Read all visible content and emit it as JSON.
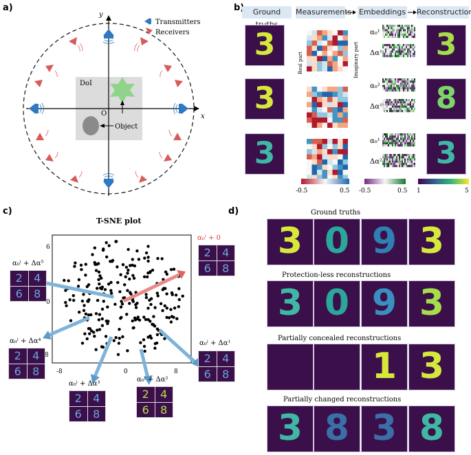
{
  "labels": {
    "a": "a)",
    "b": "b)",
    "c": "c)",
    "d": "d)"
  },
  "panel_a": {
    "legend_transmitters": "Transmitters",
    "legend_receivers": "Receivers",
    "axis_x": "x",
    "axis_y": "y",
    "origin": "O",
    "doi": "DoI",
    "object": "Object",
    "colors": {
      "transmitter": "#2f79c4",
      "receiver": "#d95a5a",
      "doi": "#dcdcdc",
      "star": "#8fd48a",
      "object": "#8a8a8a"
    }
  },
  "panel_b": {
    "headers": [
      "Ground truths",
      "Measurements",
      "Embeddings",
      "Reconstructions"
    ],
    "real_part": "Real part",
    "imag_part": "Imaginary part",
    "rows": [
      {
        "gt": "3",
        "emb1": "α₀¹",
        "emb2": "Δα¹",
        "rec": "3"
      },
      {
        "gt": "3",
        "emb1": "α₀²",
        "emb2": "Δα¹",
        "rec": "8"
      },
      {
        "gt": "3",
        "emb1": "α₀¹",
        "emb2": "Δα²",
        "rec": "3"
      }
    ],
    "cbar1": {
      "min": "-0.5",
      "max": "0.5"
    },
    "cbar2": {
      "min": "-0.5",
      "max": "0.5"
    },
    "cbar3": {
      "min": "1",
      "max": "5"
    }
  },
  "panel_c": {
    "title": "T-SNE plot",
    "xticks": [
      "-8",
      "0",
      "8"
    ],
    "yticks": [
      "6",
      "0",
      "-8"
    ],
    "labels": {
      "a5": "α₀ⁱ + Δα⁵",
      "a0": "α₀ⁱ + 0",
      "a4": "α₀ⁱ + Δα⁴",
      "a1": "α₀ⁱ + Δα¹",
      "a3": "α₀ⁱ + Δα³",
      "a2": "α₀ⁱ + Δα²"
    },
    "grid_digits": [
      "2",
      "4",
      "6",
      "8"
    ]
  },
  "panel_d": {
    "titles": [
      "Ground truths",
      "Protection-less  reconstructions",
      "Partially concealed reconstructions",
      "Partially changed reconstructions"
    ],
    "rows": [
      [
        "3",
        "0",
        "9",
        "3"
      ],
      [
        "3",
        "0",
        "9",
        "3"
      ],
      [
        "",
        "",
        "1",
        "3"
      ],
      [
        "3",
        "8",
        "3",
        "8"
      ]
    ]
  }
}
